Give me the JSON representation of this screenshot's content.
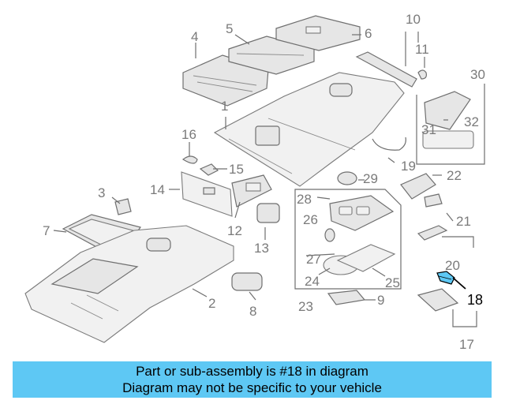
{
  "callouts": {
    "c1": "1",
    "c2": "2",
    "c3": "3",
    "c4": "4",
    "c5": "5",
    "c6": "6",
    "c7": "7",
    "c8": "8",
    "c9": "9",
    "c10": "10",
    "c11": "11",
    "c12": "12",
    "c13": "13",
    "c14": "14",
    "c15": "15",
    "c16": "16",
    "c17": "17",
    "c18": "18",
    "c19": "19",
    "c20": "20",
    "c21": "21",
    "c22": "22",
    "c23": "23",
    "c24": "24",
    "c25": "25",
    "c26": "26",
    "c27": "27",
    "c28": "28",
    "c29": "29",
    "c30": "30",
    "c31": "31",
    "c32": "32"
  },
  "highlight": {
    "part": "18",
    "color": "#5ec8f4"
  },
  "banner": {
    "line1": "Part or sub-assembly is #18 in diagram",
    "line2": "Diagram may not be specific to your vehicle",
    "background": "#5ec8f4"
  }
}
